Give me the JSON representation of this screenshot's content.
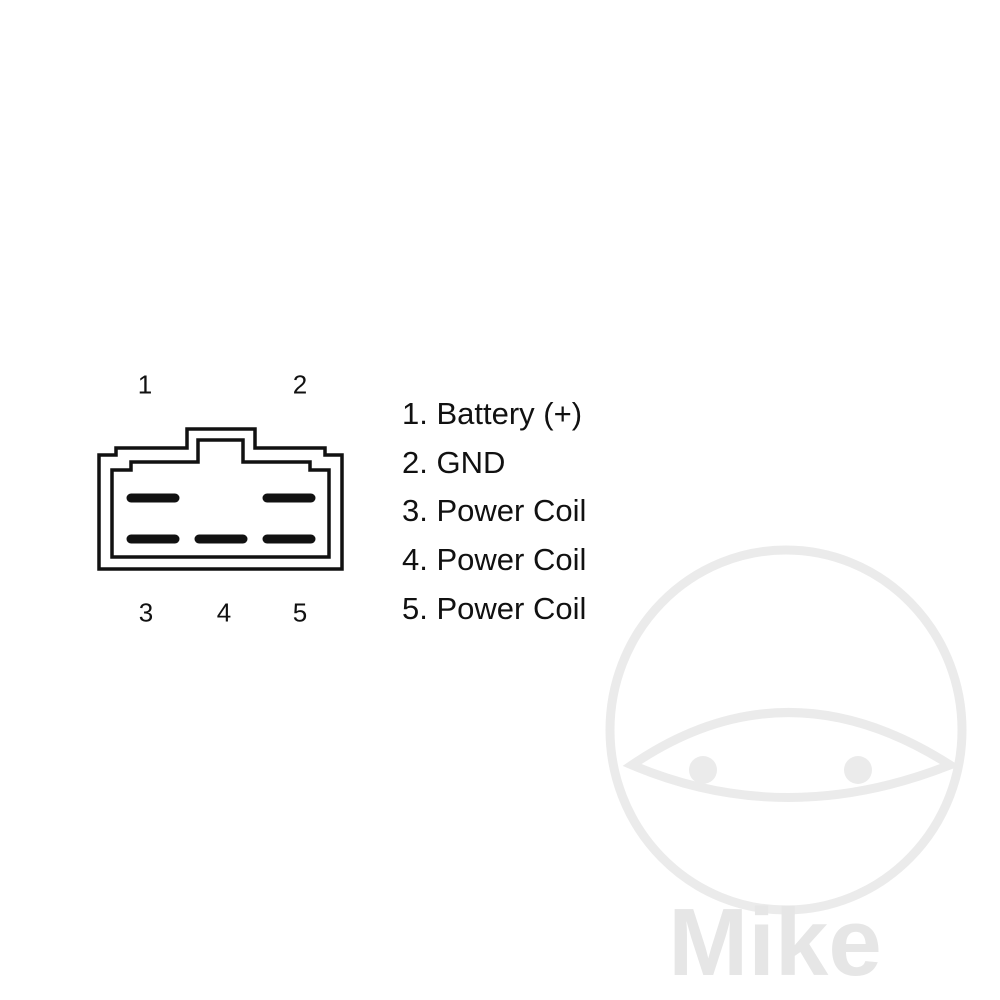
{
  "connector": {
    "pin_labels": {
      "p1": "1",
      "p2": "2",
      "p3": "3",
      "p4": "4",
      "p5": "5"
    }
  },
  "legend": [
    "1. Battery (+)",
    "2. GND",
    "3. Power Coil",
    "4. Power Coil",
    "5. Power Coil"
  ],
  "watermark": {
    "text": "Mike",
    "color": "#e6e6e6"
  }
}
